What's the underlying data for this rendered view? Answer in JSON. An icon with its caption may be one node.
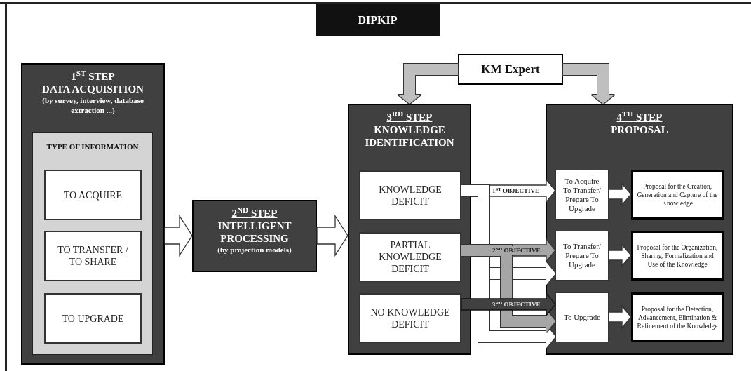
{
  "diagram": {
    "title": "DIPKIP",
    "nodes": [
      {
        "text": [
          "1$^{ST}$ STEP",
          "DATA ACQUISITION",
          "(by survey, interview, database extraction ...)"
        ]
      },
      {
        "text": [
          "TYPE OF INFORMATION"
        ],
        "in": 0
      },
      {
        "text": [
          "TO ACQUIRE"
        ],
        "in": 1
      },
      {
        "text": [
          "TO TRANSFER / TO SHARE"
        ],
        "in": 1
      },
      {
        "text": [
          "TO UPGRADE"
        ],
        "in": 1
      },
      {
        "text": [
          "2$^{ND}$ STEP",
          "INTELLIGENT PROCESSING",
          "(by projection models)"
        ]
      },
      {
        "text": [
          "KM Expert"
        ]
      },
      {
        "text": [
          "3$^{RD}$ STEP",
          "KNOWLEDGE IDENTIFICATION"
        ]
      },
      {
        "text": [
          "KNOWLEDGE DEFICIT"
        ],
        "in": 7
      },
      {
        "text": [
          "PARTIAL KNOWLEDGE DEFICIT"
        ],
        "in": 7
      },
      {
        "text": [
          "NO KNOWLEDGE DEFICIT"
        ],
        "in": 7
      },
      {
        "text": [
          "4$^{TH}$ STEP",
          "PROPOSAL"
        ]
      },
      {
        "text": [
          "To Acquire To Transfer/ Prepare To Upgrade"
        ],
        "in": 11
      },
      {
        "text": [
          "To Transfer/ Prepare To Upgrade"
        ],
        "in": 11
      },
      {
        "text": [
          "To Upgrade"
        ],
        "in": 11
      },
      {
        "text": [
          "Proposal for the Creation, Generation and Capture of the Knowledge"
        ],
        "in": 11
      },
      {
        "text": [
          "Proposal for the Organization, Sharing, Formalization and Use of the Knowledge"
        ],
        "in": 11
      },
      {
        "text": [
          "Proposal for the Detection, Advancement, Elimination & Refinement of the Knowledge"
        ],
        "in": 11
      }
    ],
    "edges": [
      {
        "from": 0,
        "to": 5,
        "arrow": "to"
      },
      {
        "from": 5,
        "to": 7,
        "arrow": "to"
      },
      {
        "from": 6,
        "to": 7,
        "arrow": "to",
        "color": "#bfbfbf"
      },
      {
        "from": 6,
        "to": 11,
        "arrow": "to",
        "color": "#bfbfbf"
      },
      {
        "from": 8,
        "to": 12,
        "arrow": "to",
        "label": "1$^{ST}$ OBJECTIVE"
      },
      {
        "from": 8,
        "to": 13,
        "arrow": "to"
      },
      {
        "from": 8,
        "to": 14,
        "arrow": "to"
      },
      {
        "from": 9,
        "to": 13,
        "arrow": "to",
        "label": "2$^{ND}$ OBJECTIVE",
        "color": "#a6a6a6"
      },
      {
        "from": 9,
        "to": 14,
        "arrow": "to",
        "color": "#a6a6a6"
      },
      {
        "from": 10,
        "to": 14,
        "arrow": "to",
        "label": "3$^{RD}$ OBJECTIVE",
        "color": "#404040"
      },
      {
        "from": 12,
        "to": 15,
        "arrow": "to"
      },
      {
        "from": 13,
        "to": 16,
        "arrow": "to"
      },
      {
        "from": 14,
        "to": 17,
        "arrow": "to"
      }
    ]
  }
}
